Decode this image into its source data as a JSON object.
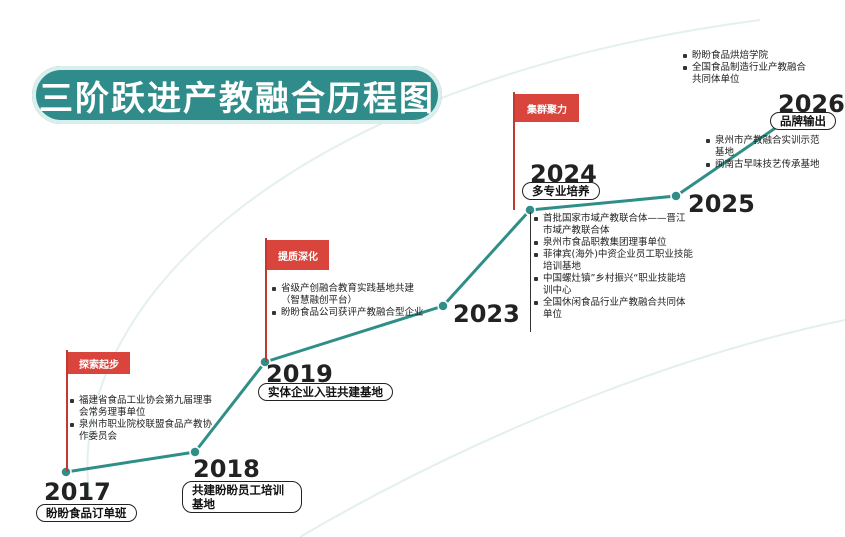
{
  "title": "三阶跃进产教融合历程图",
  "flags": [
    {
      "label": "探索起步"
    },
    {
      "label": "提质深化"
    },
    {
      "label": "集群聚力"
    }
  ],
  "milestones": [
    {
      "year": "2017",
      "caption": "盼盼食品订单班",
      "notes": [
        "福建省食品工业协会第九届理事会常务理事单位",
        "泉州市职业院校联盟食品产教协作委员会"
      ]
    },
    {
      "year": "2018",
      "caption": "共建盼盼员工培训基地",
      "notes": []
    },
    {
      "year": "2019",
      "caption": "实体企业入驻共建基地",
      "notes": [
        "省级产创融合教育实践基地共建（智慧融创平台）",
        "盼盼食品公司获评产教融合型企业"
      ]
    },
    {
      "year": "2023",
      "caption": "",
      "notes": []
    },
    {
      "year": "2024",
      "caption": "多专业培养",
      "notes": [
        "首批国家市域产教联合体——晋江市域产教联合体",
        "泉州市食品职教集团理事单位",
        "菲律宾(海外)中资企业员工职业技能培训基地",
        "中国螺灶镇”乡村振兴“职业技能培训中心",
        "全国休闲食品行业产教融合共同体单位"
      ]
    },
    {
      "year": "2025",
      "caption": "",
      "notes": [
        "泉州市产教融合实训示范基地",
        "闽南古早味技艺传承基地"
      ]
    },
    {
      "year": "2026",
      "caption": "品牌输出",
      "notes": [
        "盼盼食品烘焙学院",
        "全国食品制造行业产教融合共同体单位"
      ]
    }
  ],
  "colors": {
    "teal": "#2f8c8a",
    "line": "#2f8f88",
    "flag": "#d9453d"
  }
}
